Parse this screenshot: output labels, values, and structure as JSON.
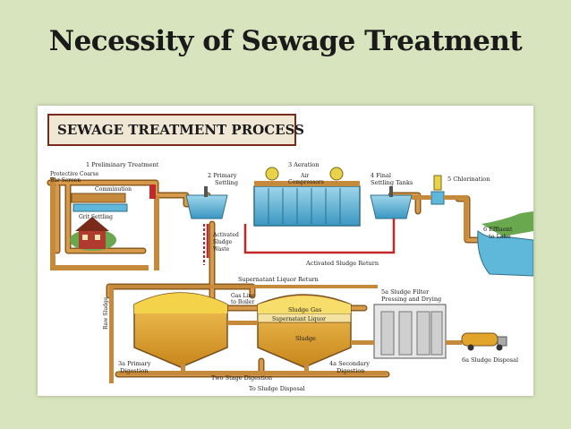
{
  "slide": {
    "title": "Necessity of Sewage Treatment"
  },
  "diagram": {
    "heading": "SEWAGE TREATMENT PROCESS",
    "labels": {
      "preliminary": "1 Preliminary Treatment",
      "protective1": "Protective Coarse",
      "protective2": "Bar Screen",
      "comminution": "Comminution",
      "grit": "Grit Settling",
      "primary1": "2  Primary",
      "primary2": "Settling",
      "aeration": "3 Aeration",
      "air1": "Air",
      "air2": "Compressors",
      "final1": "4  Final",
      "final2": "Settling Tanks",
      "chlorination": "5 Chlorination",
      "effluent1": "6 Effluent",
      "effluent2": "to Lake",
      "activated1": "Activated",
      "activated2": "Sludge",
      "activated3": "Waste",
      "return": "Activated Sludge Return",
      "supernatant": "Supernatant Liquor Return",
      "rawsludge": "Raw Sludge",
      "gasline1": "Gas Line",
      "gasline2": "to Boiler",
      "sludgegas": "Sludge Gas",
      "supliquor": "Supernatant Liquor",
      "sludge": "Sludge",
      "filter1": "5a Sludge Filter",
      "filter2": "Pressing and Drying",
      "primarydig1": "3a Primary",
      "primarydig2": "Digestion",
      "twostage": "Two Stage Digestion",
      "secondary1": "4a Secondary",
      "secondary2": "Digestion",
      "disposal": "To Sludge Disposal",
      "sludgedisposal": "6a Sludge Disposal"
    }
  },
  "colors": {
    "background": "#d7e4bd",
    "pipe": "#c58a3c",
    "pipe_dark": "#8a5a1e",
    "water": "#5fb7d9",
    "sludge": "#e0a52a",
    "return_line": "#c0282a"
  }
}
